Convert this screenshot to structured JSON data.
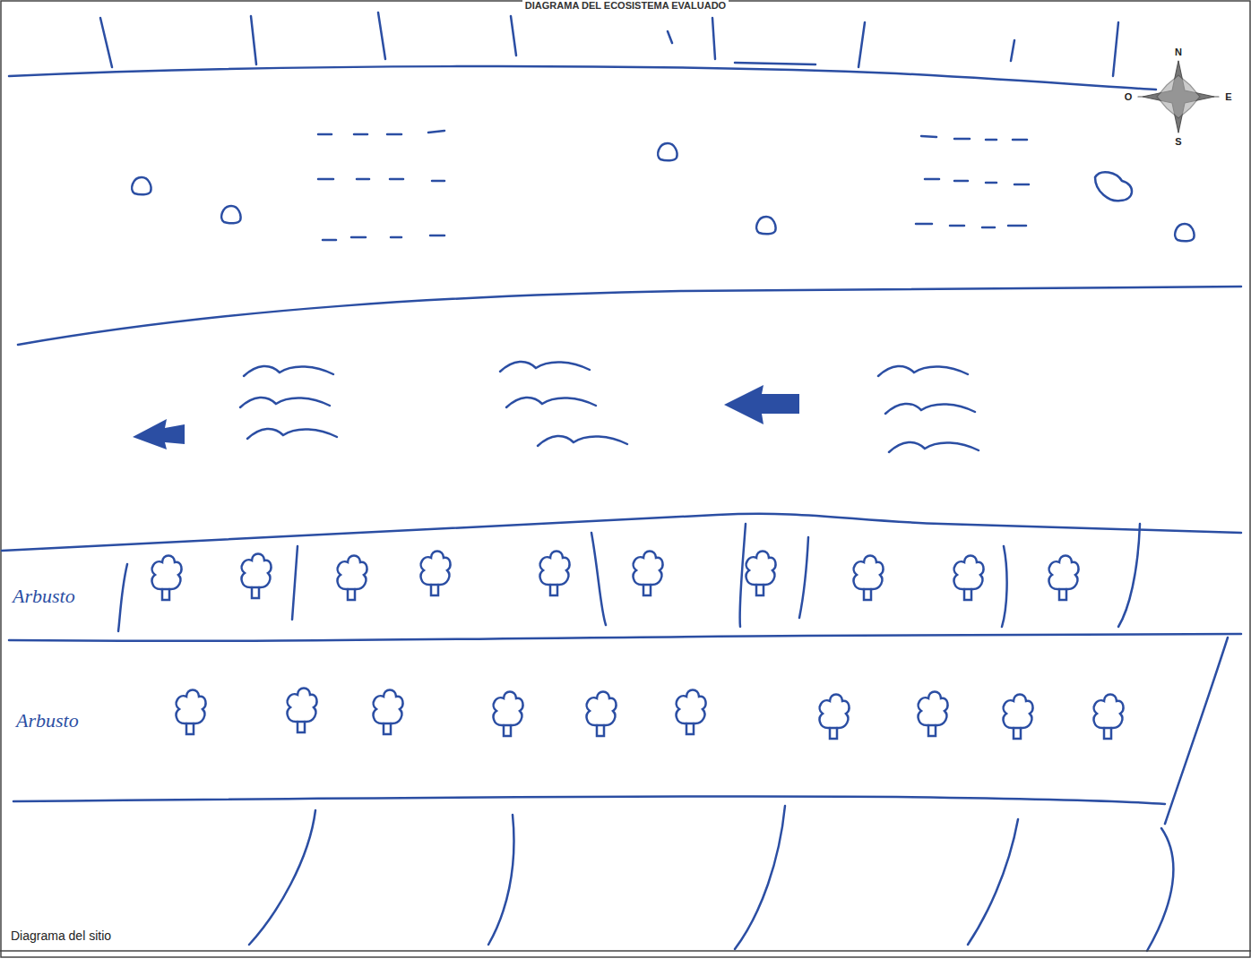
{
  "diagram": {
    "title": "DIAGRAMA DEL ECOSISTEMA EVALUADO",
    "caption": "Diagrama del sitio",
    "nodes": [
      {
        "text": [
          "Arbusto"
        ]
      },
      {
        "text": [
          "Arbusto"
        ]
      }
    ],
    "labels": [
      "N",
      "O",
      "E",
      "S"
    ]
  }
}
